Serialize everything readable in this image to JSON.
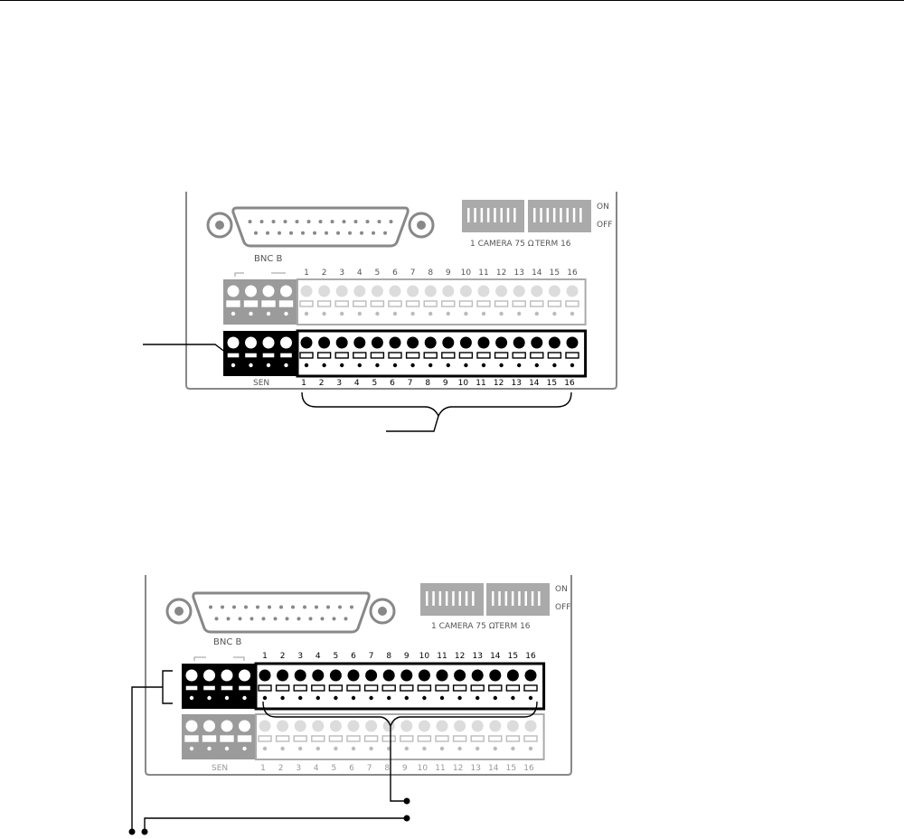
{
  "colors": {
    "grey_panel": "#9b9b9b",
    "light_term": "#dcdcdc",
    "black": "#000000",
    "white": "#ffffff"
  },
  "panels": [
    {
      "id": "top",
      "bnc_label": "BNC B",
      "switch_labels": {
        "on": "ON",
        "off": "OFF",
        "left": "1 CAMERA  75 Ω",
        "right": "TERM  16"
      },
      "sensor_label": "SEN",
      "upper_row": {
        "style": "grey",
        "numbers": [
          "1",
          "2",
          "3",
          "4",
          "5",
          "6",
          "7",
          "8",
          "9",
          "10",
          "11",
          "12",
          "13",
          "14",
          "15",
          "16"
        ]
      },
      "lower_row": {
        "style": "black",
        "numbers": [
          "1",
          "2",
          "3",
          "4",
          "5",
          "6",
          "7",
          "8",
          "9",
          "10",
          "11",
          "12",
          "13",
          "14",
          "15",
          "16"
        ]
      }
    },
    {
      "id": "bottom",
      "bnc_label": "BNC B",
      "switch_labels": {
        "on": "ON",
        "off": "OFF",
        "left": "1 CAMERA  75 Ω",
        "right": "TERM  16"
      },
      "sensor_label": "SEN",
      "upper_row": {
        "style": "black",
        "numbers": [
          "1",
          "2",
          "3",
          "4",
          "5",
          "6",
          "7",
          "8",
          "9",
          "10",
          "11",
          "12",
          "13",
          "14",
          "15",
          "16"
        ]
      },
      "lower_row": {
        "style": "grey",
        "numbers": [
          "1",
          "2",
          "3",
          "4",
          "5",
          "6",
          "7",
          "8",
          "9",
          "10",
          "11",
          "12",
          "13",
          "14",
          "15",
          "16"
        ]
      }
    }
  ]
}
